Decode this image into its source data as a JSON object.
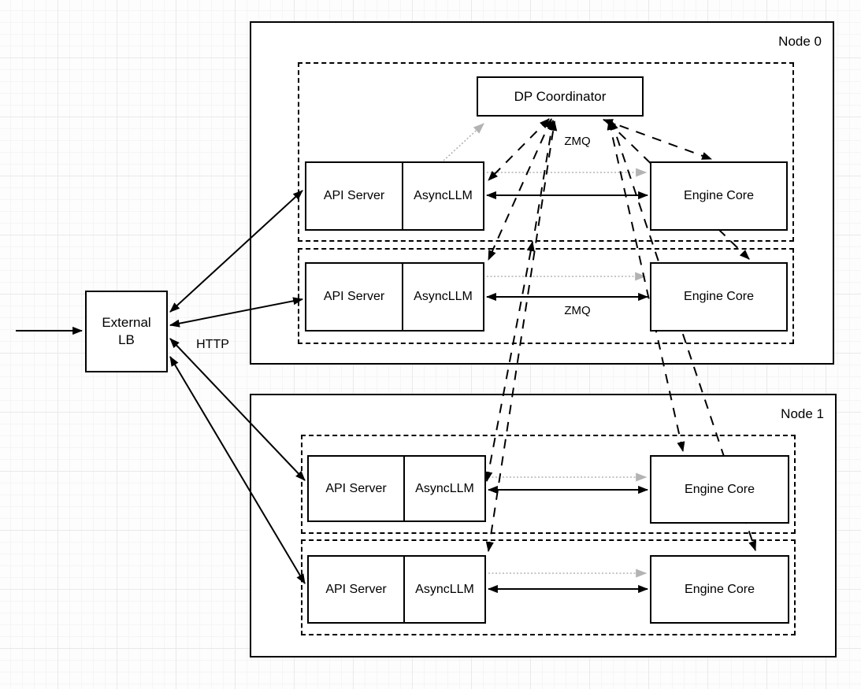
{
  "colors": {
    "stroke": "#000000",
    "dotted_arrow": "#b3b3b3",
    "box_fill": "#ffffff",
    "grid_minor": "#f5f5f5",
    "grid_major": "#e9e9e9"
  },
  "external_lb": {
    "line1": "External",
    "line2": "LB"
  },
  "edge_labels": {
    "http": "HTTP",
    "zmq_coordinator": "ZMQ",
    "zmq_engine": "ZMQ"
  },
  "nodes": [
    {
      "name": "Node 0",
      "coordinator": "DP Coordinator",
      "replicas": [
        {
          "api_server": "API Server",
          "asyncllm": "AsyncLLM",
          "engine_core": "Engine Core"
        },
        {
          "api_server": "API Server",
          "asyncllm": "AsyncLLM",
          "engine_core": "Engine Core"
        }
      ]
    },
    {
      "name": "Node 1",
      "replicas": [
        {
          "api_server": "API Server",
          "asyncllm": "AsyncLLM",
          "engine_core": "Engine Core"
        },
        {
          "api_server": "API Server",
          "asyncllm": "AsyncLLM",
          "engine_core": "Engine Core"
        }
      ]
    }
  ]
}
